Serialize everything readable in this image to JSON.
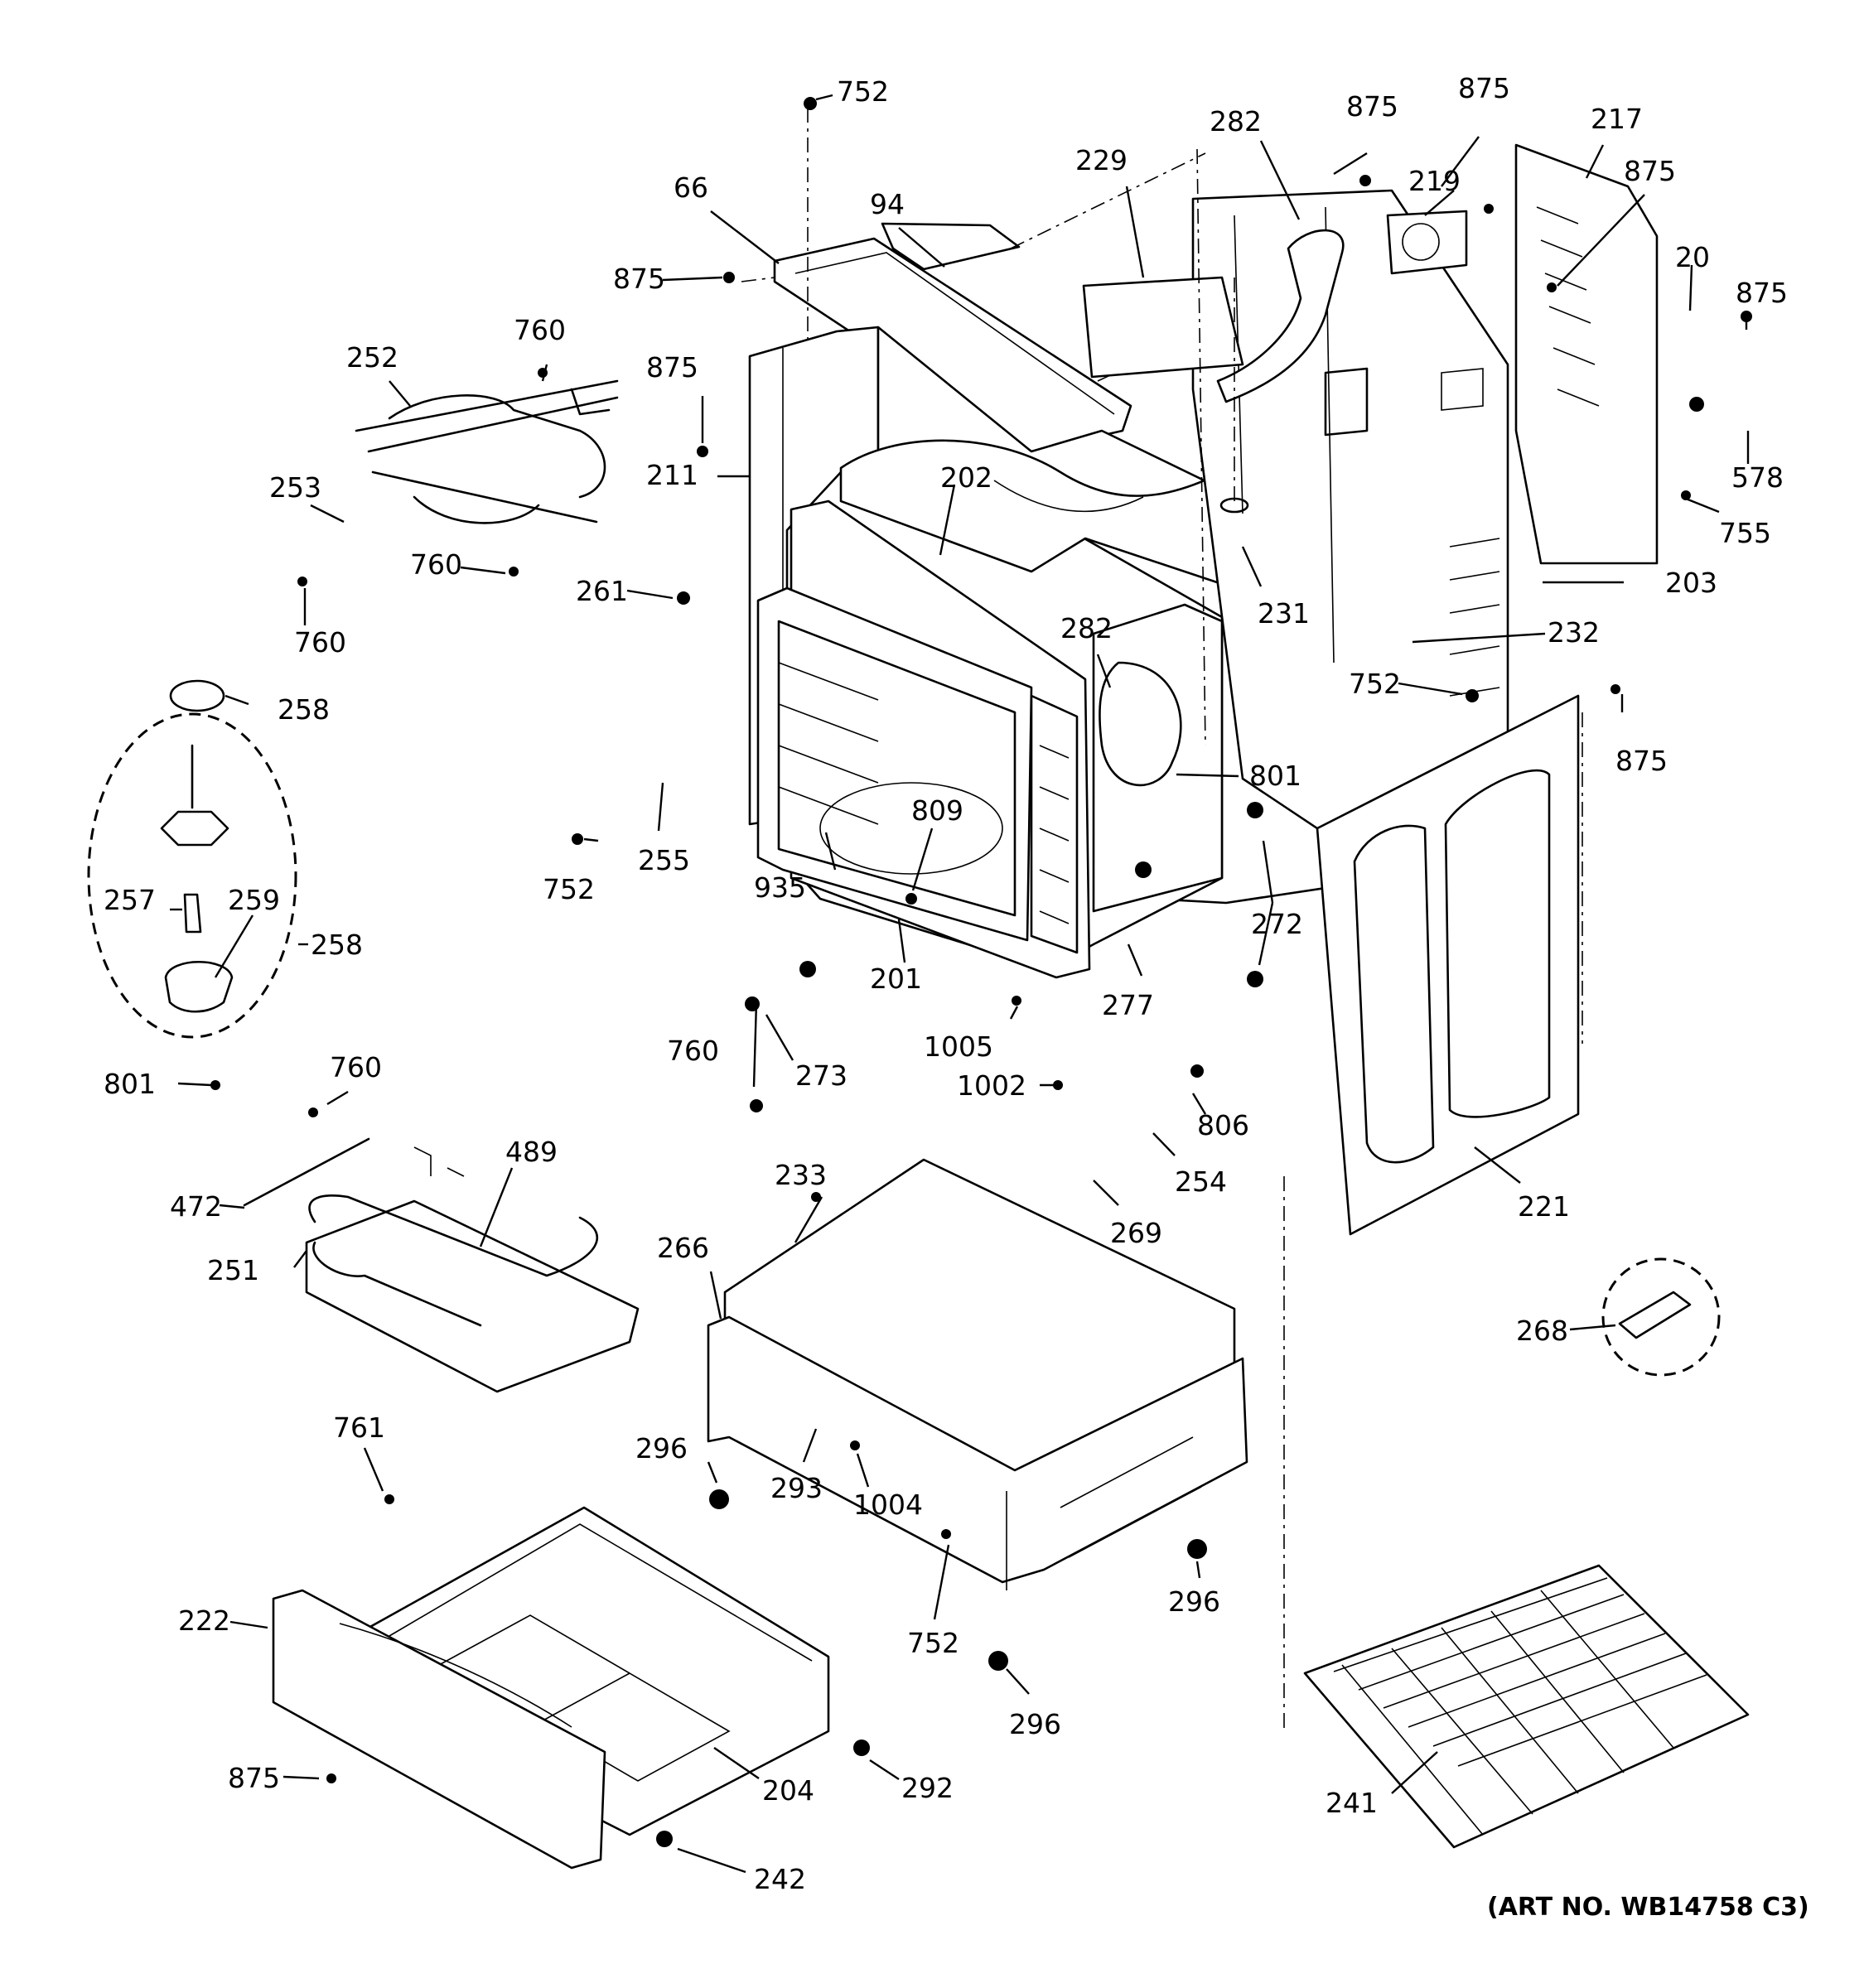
{
  "diagram": {
    "art_number": "(ART NO. WB14758 C3)",
    "callouts": [
      {
        "label": "752"
      },
      {
        "label": "66"
      },
      {
        "label": "94"
      },
      {
        "label": "875"
      },
      {
        "label": "875"
      },
      {
        "label": "229"
      },
      {
        "label": "282"
      },
      {
        "label": "875"
      },
      {
        "label": "875"
      },
      {
        "label": "219"
      },
      {
        "label": "217"
      },
      {
        "label": "875"
      },
      {
        "label": "20"
      },
      {
        "label": "875"
      },
      {
        "label": "578"
      },
      {
        "label": "755"
      },
      {
        "label": "760"
      },
      {
        "label": "252"
      },
      {
        "label": "253"
      },
      {
        "label": "760"
      },
      {
        "label": "760"
      },
      {
        "label": "211"
      },
      {
        "label": "202"
      },
      {
        "label": "261"
      },
      {
        "label": "231"
      },
      {
        "label": "203"
      },
      {
        "label": "282"
      },
      {
        "label": "232"
      },
      {
        "label": "752"
      },
      {
        "label": "875"
      },
      {
        "label": "801"
      },
      {
        "label": "258"
      },
      {
        "label": "255"
      },
      {
        "label": "752"
      },
      {
        "label": "809"
      },
      {
        "label": "935"
      },
      {
        "label": "272"
      },
      {
        "label": "257"
      },
      {
        "label": "259"
      },
      {
        "label": "258"
      },
      {
        "label": "201"
      },
      {
        "label": "277"
      },
      {
        "label": "1005"
      },
      {
        "label": "760"
      },
      {
        "label": "273"
      },
      {
        "label": "801"
      },
      {
        "label": "760"
      },
      {
        "label": "1002"
      },
      {
        "label": "806"
      },
      {
        "label": "489"
      },
      {
        "label": "472"
      },
      {
        "label": "254"
      },
      {
        "label": "233"
      },
      {
        "label": "269"
      },
      {
        "label": "221"
      },
      {
        "label": "251"
      },
      {
        "label": "266"
      },
      {
        "label": "268"
      },
      {
        "label": "761"
      },
      {
        "label": "296"
      },
      {
        "label": "293"
      },
      {
        "label": "1004"
      },
      {
        "label": "296"
      },
      {
        "label": "222"
      },
      {
        "label": "752"
      },
      {
        "label": "296"
      },
      {
        "label": "875"
      },
      {
        "label": "292"
      },
      {
        "label": "204"
      },
      {
        "label": "241"
      },
      {
        "label": "242"
      }
    ]
  }
}
